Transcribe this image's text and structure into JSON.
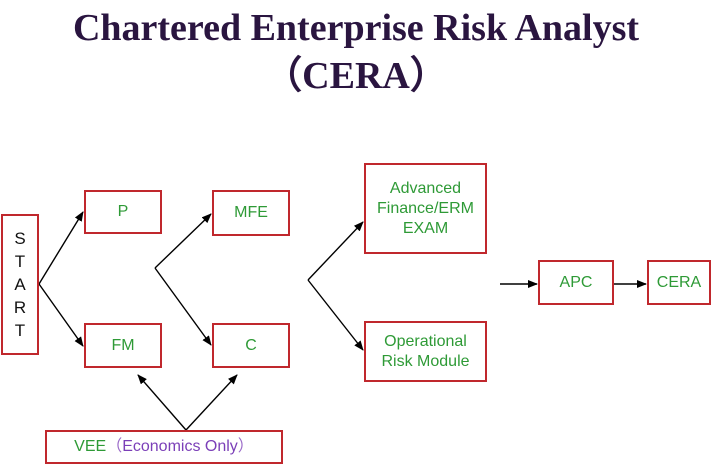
{
  "title": {
    "line1": "Chartered Enterprise Risk Analyst",
    "line2": "（CERA）"
  },
  "nodes": {
    "start": {
      "letters": [
        "S",
        "T",
        "A",
        "R",
        "T"
      ]
    },
    "p": {
      "label": "P"
    },
    "fm": {
      "label": "FM"
    },
    "mfe": {
      "label": "MFE"
    },
    "c": {
      "label": "C"
    },
    "advanced": {
      "lines": [
        "Advanced",
        "Finance/ERM",
        "EXAM"
      ]
    },
    "operational": {
      "lines": [
        "Operational",
        "Risk Module"
      ]
    },
    "apc": {
      "label": "APC"
    },
    "cera": {
      "label": "CERA"
    },
    "vee": {
      "label": "VEE",
      "paren_open": "（",
      "note": "Economics Only",
      "paren_close": "）"
    }
  },
  "colors": {
    "box_border": "#c0282d",
    "box_text": "#2e9a36",
    "title_text": "#2a1540",
    "note_text": "#7b3fb8",
    "arrow": "#000000"
  }
}
